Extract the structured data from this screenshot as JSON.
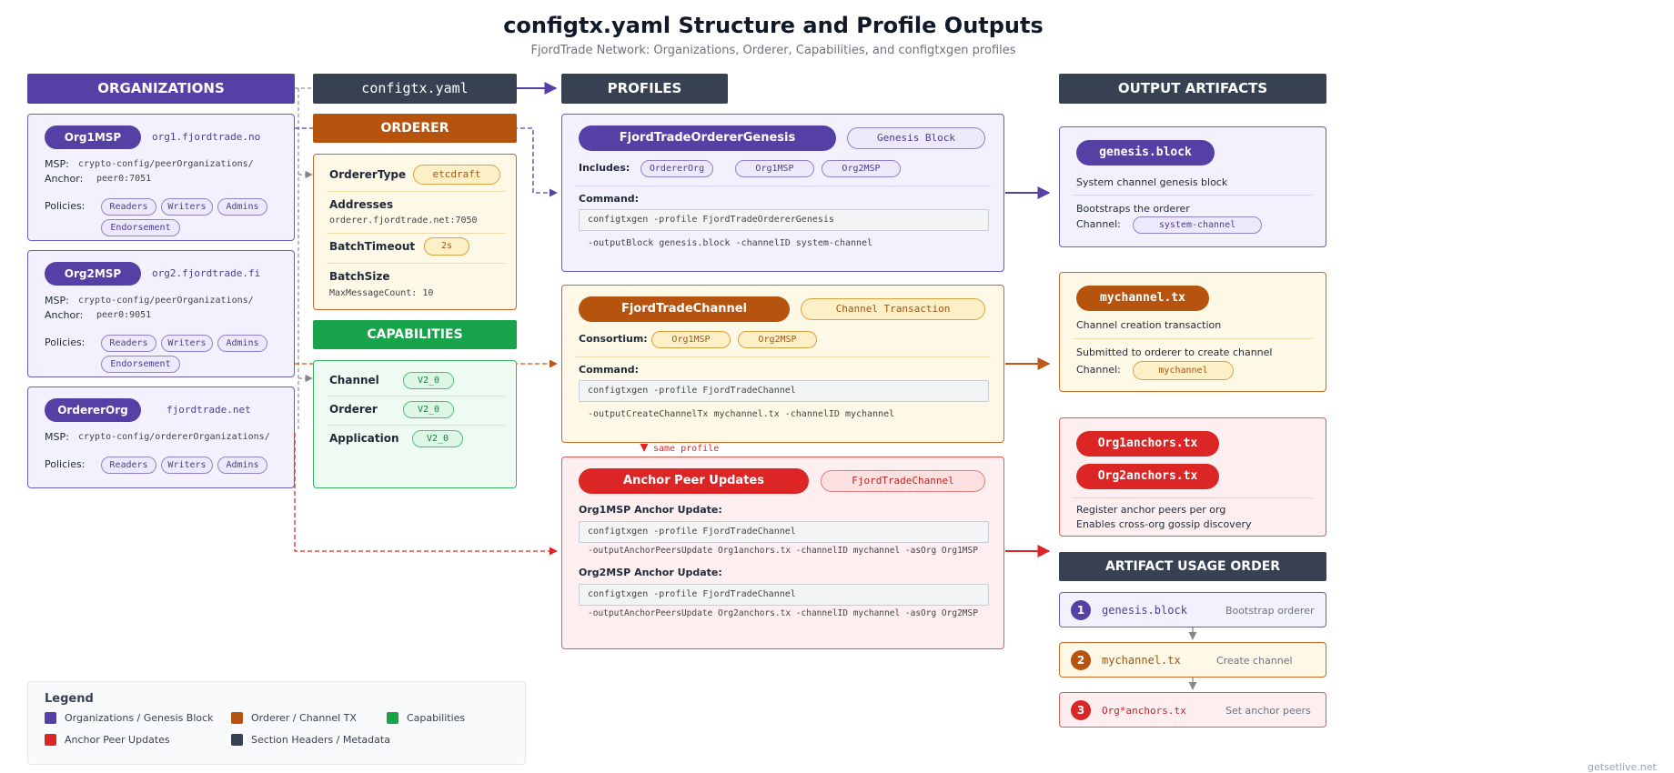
{
  "header": {
    "title": "configtx.yaml Structure and Profile Outputs",
    "subtitle": "FjordTrade Network: Organizations, Orderer, Capabilities, and configtxgen profiles"
  },
  "sections": {
    "organizations": "ORGANIZATIONS",
    "configtx": "configtx.yaml",
    "profiles": "PROFILES",
    "outputs": "OUTPUT ARTIFACTS",
    "orderer": "ORDERER",
    "capabilities": "CAPABILITIES",
    "usage_order": "ARTIFACT USAGE ORDER"
  },
  "labels": {
    "msp": "MSP:",
    "anchor": "Anchor:",
    "policies": "Policies:",
    "includes": "Includes:",
    "command": "Command:",
    "consortium": "Consortium:",
    "channel": "Channel:",
    "same_profile": "same profile"
  },
  "orgs": [
    {
      "name": "Org1MSP",
      "domain": "org1.fjordtrade.no",
      "msp": "crypto-config/peerOrganizations/",
      "anchor": "peer0:7051",
      "policies": [
        "Readers",
        "Writers",
        "Admins",
        "Endorsement"
      ]
    },
    {
      "name": "Org2MSP",
      "domain": "org2.fjordtrade.fi",
      "msp": "crypto-config/peerOrganizations/",
      "anchor": "peer0:9051",
      "policies": [
        "Readers",
        "Writers",
        "Admins",
        "Endorsement"
      ]
    },
    {
      "name": "OrdererOrg",
      "domain": "fjordtrade.net",
      "msp": "crypto-config/ordererOrganizations/",
      "policies": [
        "Readers",
        "Writers",
        "Admins"
      ]
    }
  ],
  "orderer": {
    "type_label": "OrdererType",
    "type_value": "etcdraft",
    "addresses_label": "Addresses",
    "addresses_value": "orderer.fjordtrade.net:7050",
    "timeout_label": "BatchTimeout",
    "timeout_value": "2s",
    "size_label": "BatchSize",
    "size_value": "MaxMessageCount: 10"
  },
  "capabilities": [
    {
      "name": "Channel",
      "value": "V2_0"
    },
    {
      "name": "Orderer",
      "value": "V2_0"
    },
    {
      "name": "Application",
      "value": "V2_0"
    }
  ],
  "profiles": {
    "genesis": {
      "name": "FjordTradeOrdererGenesis",
      "tag": "Genesis Block",
      "includes": [
        "OrdererOrg",
        "Org1MSP",
        "Org2MSP"
      ],
      "cmd1": "configtxgen -profile FjordTradeOrdererGenesis",
      "cmd2": "-outputBlock genesis.block -channelID system-channel"
    },
    "channel": {
      "name": "FjordTradeChannel",
      "tag": "Channel Transaction",
      "consortium": [
        "Org1MSP",
        "Org2MSP"
      ],
      "cmd1": "configtxgen -profile FjordTradeChannel",
      "cmd2": "-outputCreateChannelTx mychannel.tx -channelID mychannel"
    },
    "anchor": {
      "name": "Anchor Peer Updates",
      "tag": "FjordTradeChannel",
      "org1_label": "Org1MSP Anchor Update:",
      "org1_cmd1": "configtxgen -profile FjordTradeChannel",
      "org1_cmd2": "-outputAnchorPeersUpdate Org1anchors.tx -channelID mychannel -asOrg Org1MSP",
      "org2_label": "Org2MSP Anchor Update:",
      "org2_cmd1": "configtxgen -profile FjordTradeChannel",
      "org2_cmd2": "-outputAnchorPeersUpdate Org2anchors.tx -channelID mychannel -asOrg Org2MSP"
    }
  },
  "outputs": {
    "genesis": {
      "name": "genesis.block",
      "desc1": "System channel genesis block",
      "desc2": "Bootstraps the orderer",
      "channel": "system-channel"
    },
    "channel": {
      "name": "mychannel.tx",
      "desc1": "Channel creation transaction",
      "desc2": "Submitted to orderer to create channel",
      "channel": "mychannel"
    },
    "anchors": {
      "name1": "Org1anchors.tx",
      "name2": "Org2anchors.tx",
      "desc1": "Register anchor peers per org",
      "desc2": "Enables cross-org gossip discovery"
    }
  },
  "usage": [
    {
      "num": "1",
      "name": "genesis.block",
      "desc": "Bootstrap orderer"
    },
    {
      "num": "2",
      "name": "mychannel.tx",
      "desc": "Create channel"
    },
    {
      "num": "3",
      "name": "Org*anchors.tx",
      "desc": "Set anchor peers"
    }
  ],
  "legend": {
    "title": "Legend",
    "items": [
      {
        "label": "Organizations / Genesis Block",
        "color": "#5540a6"
      },
      {
        "label": "Orderer / Channel TX",
        "color": "#b6540f"
      },
      {
        "label": "Capabilities",
        "color": "#16a34a"
      },
      {
        "label": "Anchor Peer Updates",
        "color": "#dc2626"
      },
      {
        "label": "Section Headers / Metadata",
        "color": "#374151"
      }
    ]
  },
  "watermark": "getsetlive.net",
  "colors": {
    "purple": "#5540a6",
    "orange": "#b6540f",
    "green": "#16a34a",
    "red": "#dc2626",
    "dark": "#374151"
  }
}
